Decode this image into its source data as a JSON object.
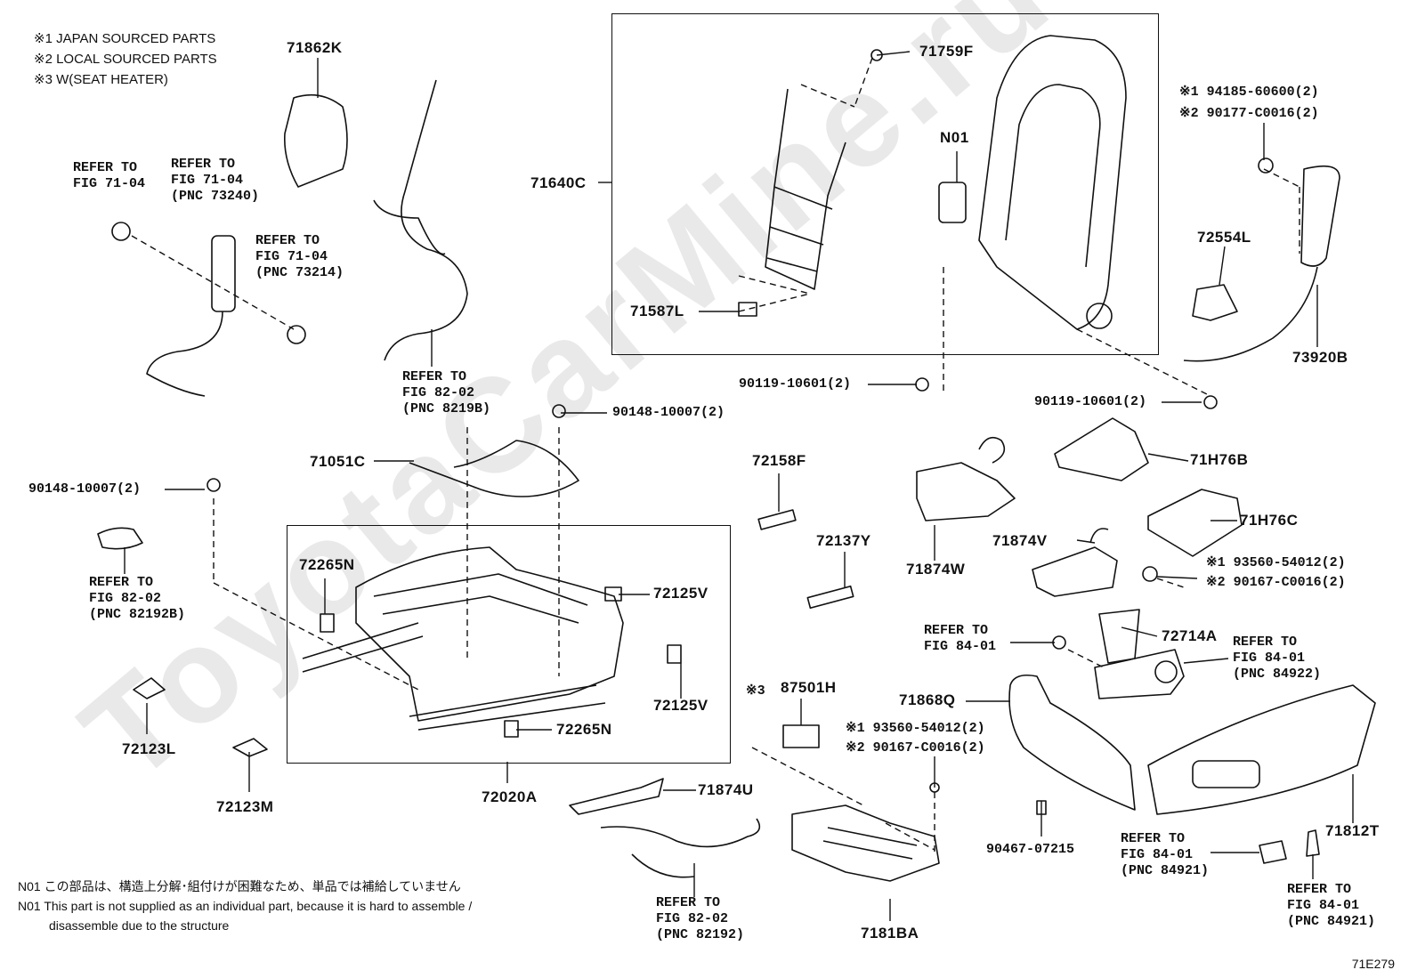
{
  "legend": [
    "※1 JAPAN SOURCED PARTS",
    "※2 LOCAL SOURCED PARTS",
    "※3 W(SEAT HEATER)"
  ],
  "watermark": "ToyotaCarMine.ru",
  "parts": {
    "p71862K": "71862K",
    "p71759F": "71759F",
    "p71640C": "71640C",
    "pN01": "N01",
    "p71587L": "71587L",
    "p94185": "※1  94185-60600(2)",
    "p90177": "※2  90177-C0016(2)",
    "p72554L": "72554L",
    "p73920B": "73920B",
    "p90119a": "90119-10601(2)",
    "p90119b": "90119-10601(2)",
    "p90148a": "90148-10007(2)",
    "p90148b": "90148-10007(2)",
    "p71051C": "71051C",
    "p72158F": "72158F",
    "p71H76B": "71H76B",
    "p71H76C": "71H76C",
    "p72137Y": "72137Y",
    "p71874V": "71874V",
    "p71874W": "71874W",
    "p72265Na": "72265N",
    "p72265Nb": "72265N",
    "p72125Va": "72125V",
    "p72125Vb": "72125V",
    "p93560a": "※1  93560-54012(2)",
    "p90167a": "※2  90167-C0016(2)",
    "p72714A": "72714A",
    "p87501H": "87501H",
    "p87501Hmark": "※3",
    "p71868Q": "71868Q",
    "p93560b": "※1  93560-54012(2)",
    "p90167b": "※2  90167-C0016(2)",
    "p72123L": "72123L",
    "p72123M": "72123M",
    "p72020A": "72020A",
    "p71874U": "71874U",
    "p90467": "90467-07215",
    "p71812T": "71812T",
    "p7181BA": "7181BA"
  },
  "refs": {
    "r1": "REFER TO\nFIG 71-04",
    "r2": "REFER TO\nFIG 71-04\n(PNC 73240)",
    "r3": "REFER TO\nFIG 71-04\n(PNC 73214)",
    "r4": "REFER TO\nFIG 82-02\n(PNC 8219B)",
    "r5": "REFER TO\nFIG 82-02\n(PNC 82192B)",
    "r6": "REFER TO\nFIG 84-01",
    "r7": "REFER TO\nFIG 84-01\n(PNC 84922)",
    "r8": "REFER TO\nFIG 84-01\n(PNC 84921)",
    "r9": "REFER TO\nFIG 84-01\n(PNC 84921)",
    "r10": "REFER TO\nFIG 82-02\n(PNC 82192)"
  },
  "notes": {
    "jp": "N01 この部品は、構造上分解･組付けが困難なため、単品では補給していません",
    "en1": "N01 This part is not supplied as an individual part, because it is hard to assemble /",
    "en2": "disassemble due to the structure"
  },
  "figure_code": "71E279"
}
